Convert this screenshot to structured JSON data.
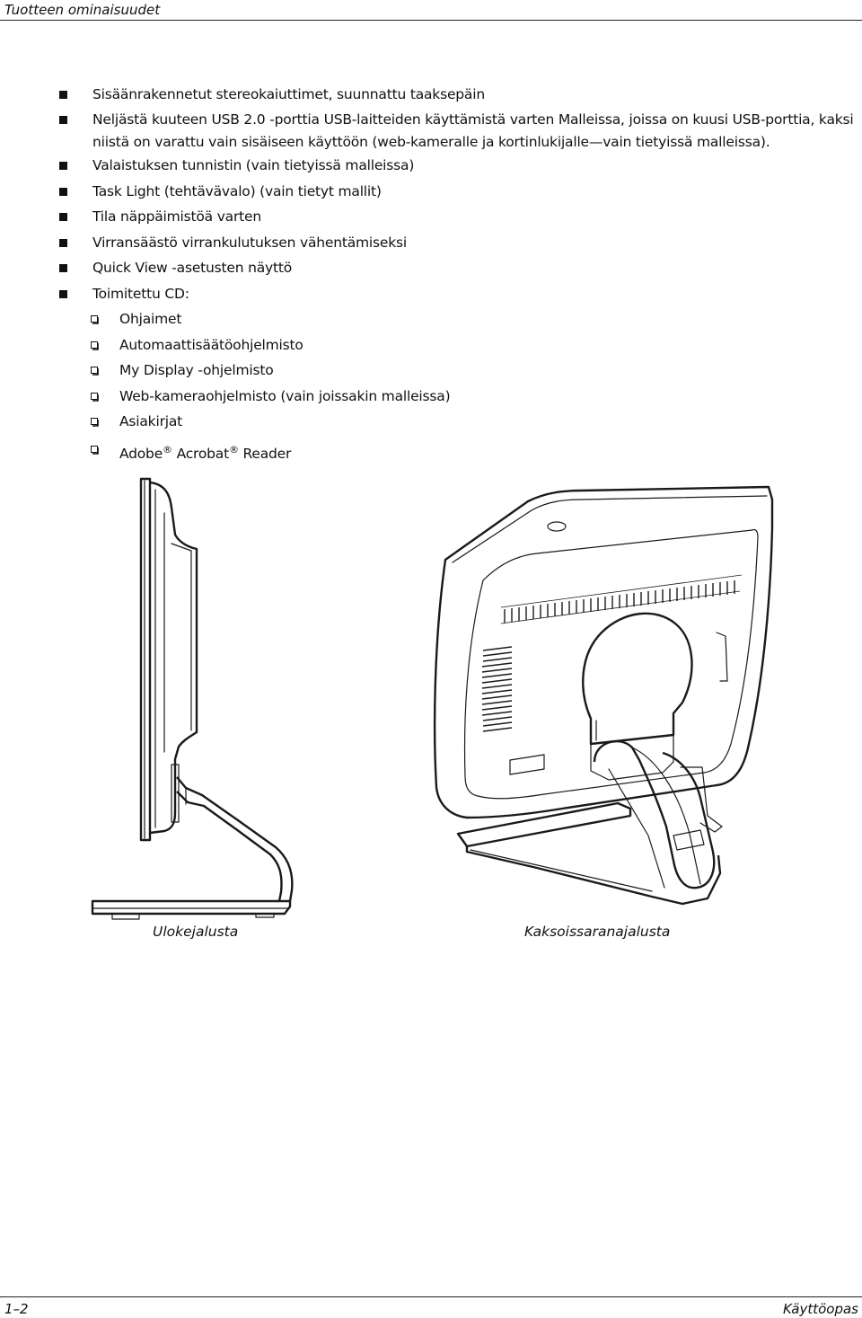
{
  "header": {
    "title": "Tuotteen ominaisuudet"
  },
  "features": [
    "Sisäänrakennetut stereokaiuttimet, suunnattu taaksepäin",
    "Neljästä kuuteen USB 2.0 -porttia USB-laitteiden käyttämistä varten Malleissa, joissa on kuusi USB-porttia, kaksi niistä on varattu vain sisäiseen käyttöön (web-kameralle ja kortinlukijalle—vain tietyissä malleissa).",
    "Valaistuksen tunnistin (vain tietyissä malleissa)",
    "Task Light (tehtävävalo) (vain tietyt mallit)",
    "Tila näppäimistöä varten",
    "Virransäästö virrankulutuksen vähentämiseksi",
    "Quick View -asetusten näyttö",
    "Toimitettu CD:"
  ],
  "cd_contents": [
    "Ohjaimet",
    "Automaattisäätöohjelmisto",
    "My Display -ohjelmisto",
    "Web-kameraohjelmisto (vain joissakin malleissa)",
    "Asiakirjat"
  ],
  "cd_last": {
    "part1": "Adobe",
    "reg1": "®",
    "part2": " Acrobat",
    "reg2": "®",
    "part3": " Reader"
  },
  "figures": {
    "left_caption": "Ulokejalusta",
    "right_caption": "Kaksoissaranajalusta"
  },
  "footer": {
    "page": "1–2",
    "title": "Käyttöopas"
  }
}
